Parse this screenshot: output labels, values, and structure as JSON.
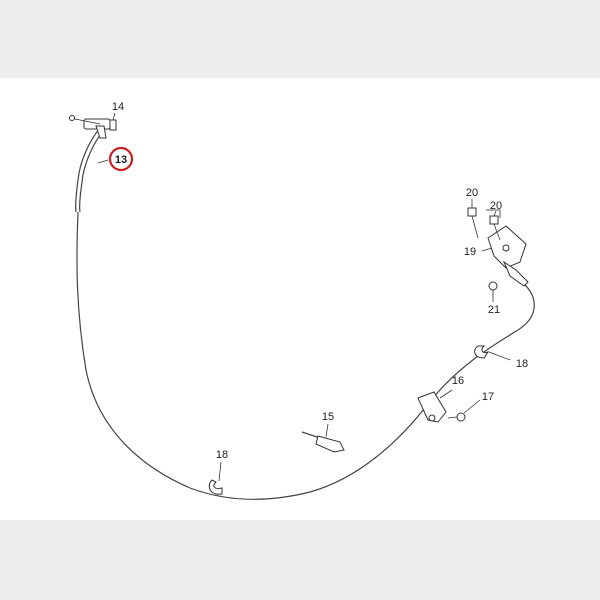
{
  "colors": {
    "background": "#ececec",
    "sheet": "#ffffff",
    "line": "#333333",
    "highlight_ring": "#cc1f1f"
  },
  "callouts": {
    "c13": "13",
    "c14": "14",
    "c15": "15",
    "c16": "16",
    "c17": "17",
    "c18a": "18",
    "c18b": "18",
    "c19": "19",
    "c20a": "20",
    "c20b": "20",
    "c21": "21"
  },
  "highlighted_part": "13"
}
